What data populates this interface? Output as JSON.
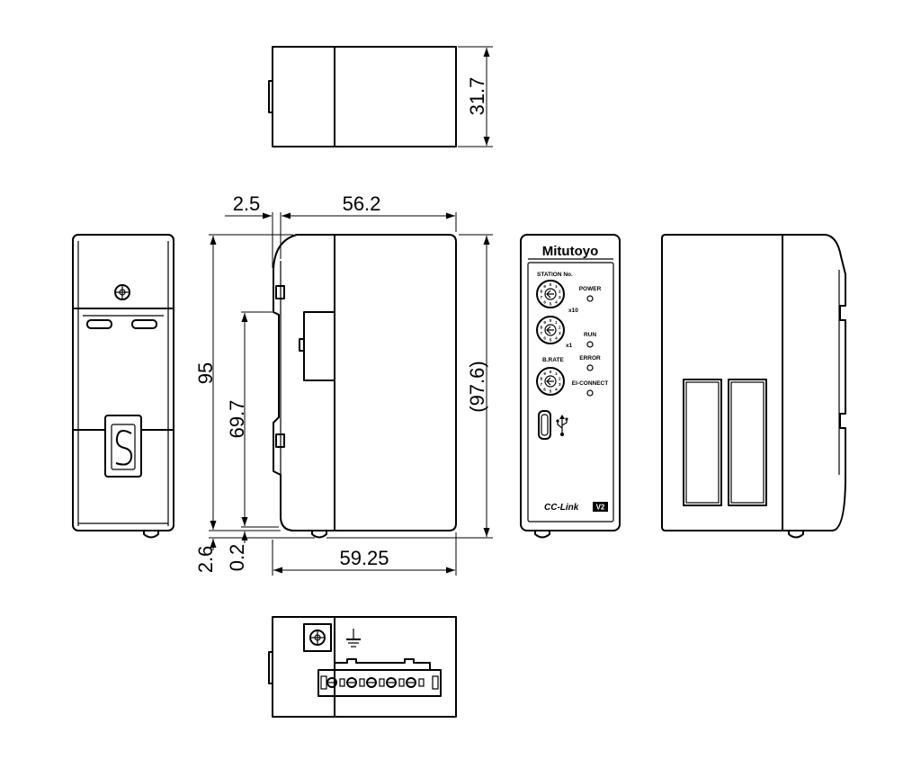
{
  "colors": {
    "line": "#000000",
    "background": "#ffffff"
  },
  "dimensions": {
    "top_depth": "31.7",
    "din_offset": "2.5",
    "body_width": "56.2",
    "height": "95",
    "rail_height": "69.7",
    "overall_height": "(97.6)",
    "foot_height": "2.6",
    "foot_offset": "0.2",
    "overall_width": "59.25"
  },
  "front_panel": {
    "brand": "Mitutoyo",
    "station_label": "STATION No.",
    "tens_label": "x10",
    "ones_label": "x1",
    "baud_label": "B.RATE",
    "power_label": "POWER",
    "run_label": "RUN",
    "error_label": "ERROR",
    "connect_label": "EI-CONNECT",
    "network_logo": "CC-Link",
    "network_version": "V2",
    "dial_digits": [
      "0",
      "1",
      "2",
      "3",
      "4",
      "5",
      "6",
      "7",
      "8",
      "9"
    ]
  },
  "icons": {
    "usb": "usb-icon",
    "ground": "ground-icon",
    "screw": "screw-icon"
  }
}
